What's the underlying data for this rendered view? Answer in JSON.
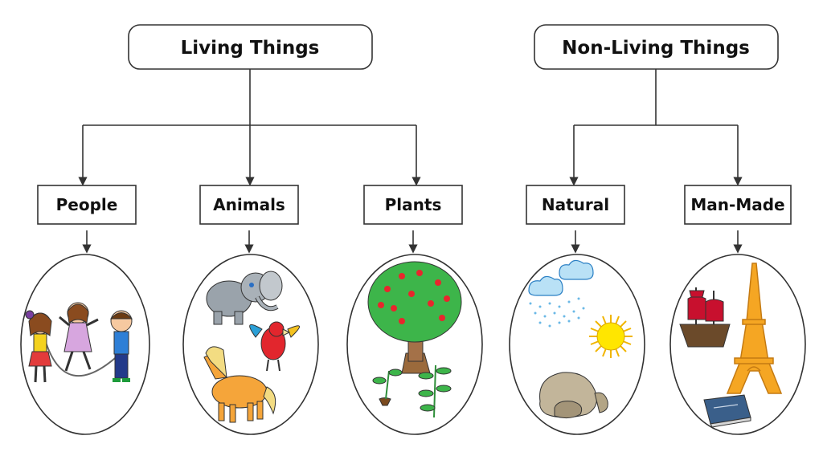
{
  "diagram": {
    "left_group": {
      "title": "Living Things",
      "children": [
        "People",
        "Animals",
        "Plants"
      ]
    },
    "right_group": {
      "title": "Non-Living Things",
      "children": [
        "Natural",
        "Man-Made"
      ]
    }
  },
  "illustrations": {
    "people": [
      "girl-icon",
      "jump-rope-girl-icon",
      "boy-icon",
      "jump-rope-icon"
    ],
    "animals": [
      "elephant-icon",
      "parrot-icon",
      "horse-icon"
    ],
    "plants": [
      "apple-tree-icon",
      "sapling-icon",
      "seedling-icon"
    ],
    "natural": [
      "rain-cloud-icon",
      "sun-icon",
      "rock-icon"
    ],
    "man_made": [
      "ship-icon",
      "eiffel-tower-icon",
      "book-icon"
    ]
  },
  "colors": {
    "line": "#333333",
    "box_border": "#333333",
    "tree_leaves": "#3db54a",
    "apple": "#e8262d",
    "sun": "#ffe600",
    "tower": "#f5a623",
    "ship_sail": "#c8102e",
    "book": "#3a5f8a"
  }
}
